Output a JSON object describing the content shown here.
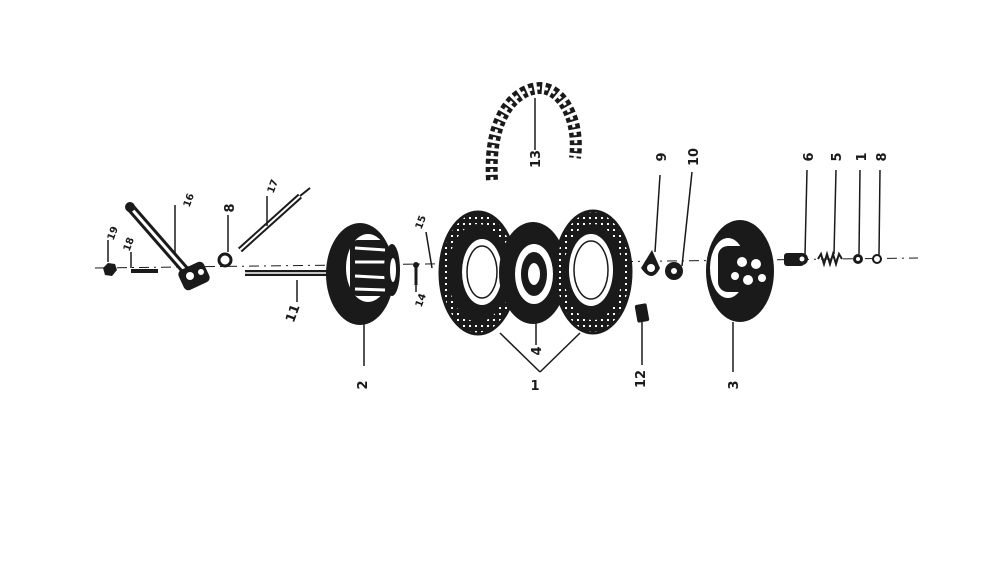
{
  "diagram": {
    "type": "exploded-parts-view",
    "callouts": [
      {
        "id": "c1",
        "text": "1"
      },
      {
        "id": "c1b",
        "text": "1"
      },
      {
        "id": "c2",
        "text": "2"
      },
      {
        "id": "c3",
        "text": "3"
      },
      {
        "id": "c4",
        "text": "4"
      },
      {
        "id": "c5",
        "text": "5"
      },
      {
        "id": "c6",
        "text": "6"
      },
      {
        "id": "c8a",
        "text": "8"
      },
      {
        "id": "c8b",
        "text": "8"
      },
      {
        "id": "c9",
        "text": "9"
      },
      {
        "id": "c10",
        "text": "10"
      },
      {
        "id": "c11",
        "text": "11"
      },
      {
        "id": "c12",
        "text": "12"
      },
      {
        "id": "c13",
        "text": "13"
      },
      {
        "id": "c14",
        "text": "14"
      },
      {
        "id": "c15",
        "text": "15"
      },
      {
        "id": "c16",
        "text": "16"
      },
      {
        "id": "c17",
        "text": "17"
      },
      {
        "id": "c18",
        "text": "18"
      },
      {
        "id": "c19",
        "text": "19"
      }
    ],
    "ink_color": "#1a1a1a",
    "paper_color": "#ffffff"
  }
}
